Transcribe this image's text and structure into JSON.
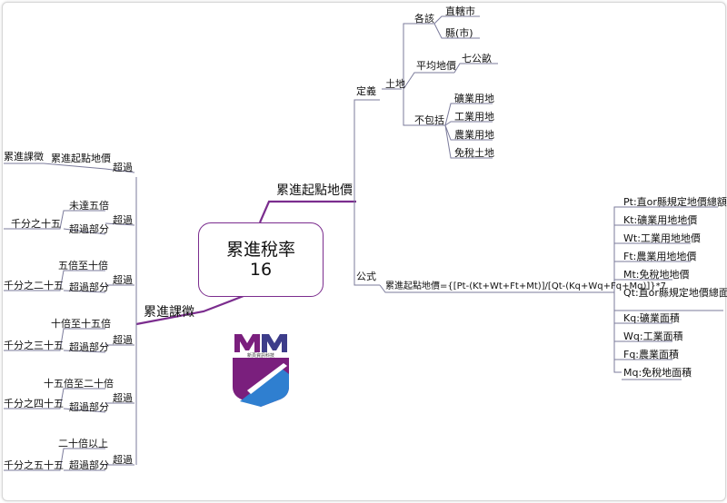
{
  "central": {
    "title": "累進稅率",
    "number": "16"
  },
  "top_branch": {
    "label": "累進起點地價",
    "definition": {
      "label": "定義",
      "land": {
        "label": "土地",
        "each": {
          "label": "各該",
          "items": [
            "直轄市",
            "縣(市)"
          ]
        },
        "average_price": {
          "label": "平均地價",
          "items": [
            "七公畝"
          ]
        },
        "excludes": {
          "label": "不包括",
          "items": [
            "礦業用地",
            "工業用地",
            "農業用地",
            "免稅土地"
          ]
        }
      }
    },
    "formula": {
      "label": "公式",
      "expression": "累進起點地價={[Pt-(Kt+Wt+Ft+Mt)]/[Qt-(Kq+Wq+Fq+Mq)]}*7",
      "terms": [
        "Pt:直or縣規定地價總額",
        "Kt:礦業用地地價",
        "Wt:工業用地地價",
        "Ft:農業用地地價",
        "Mt:免稅地地價",
        "Qt:直or縣規定地價總面積",
        "Kq:礦業面積",
        "Wq:工業面積",
        "Fq:農業面積",
        "Mq:免稅地面積"
      ]
    }
  },
  "left_branch": {
    "label": "累進課徵",
    "exceed_label": "超過",
    "tiers": [
      {
        "condition": "累進起點地價",
        "rate": "累進課徵"
      },
      {
        "condition": "未達五倍",
        "portion": "超過部分",
        "rate": "千分之十五"
      },
      {
        "condition": "五倍至十倍",
        "portion": "超過部分",
        "rate": "千分之二十五"
      },
      {
        "condition": "十倍至十五倍",
        "portion": "超過部分",
        "rate": "千分之三十五"
      },
      {
        "condition": "十五倍至二十倍",
        "portion": "超過部分",
        "rate": "千分之四十五"
      },
      {
        "condition": "二十倍以上",
        "portion": "超過部分",
        "rate": "千分之五十五"
      }
    ]
  },
  "logo": {
    "text": "新頁資訊科技",
    "colors": {
      "purple": "#7a1f7d",
      "blue": "#2f7fd0"
    }
  },
  "colors": {
    "branch": "#7b2d8e",
    "line": "#8a8a8a"
  }
}
